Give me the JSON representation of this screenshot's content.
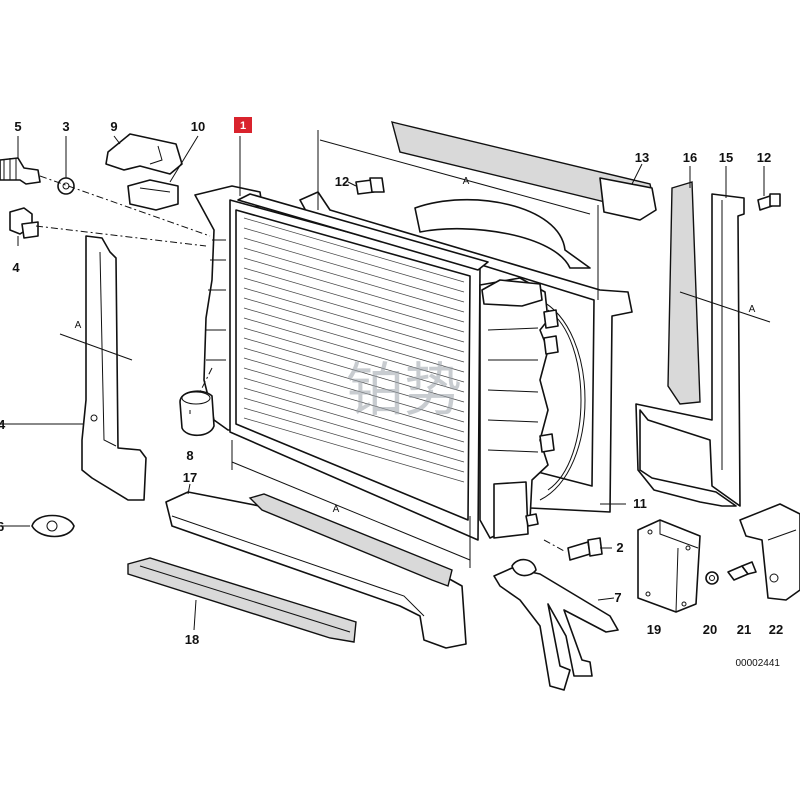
{
  "diagram": {
    "highlight_color": "#d9232d",
    "watermark": "铂势",
    "document_id": "00002441",
    "dimension_label": "A",
    "callouts": {
      "c1": "1",
      "c2": "2",
      "c3": "3",
      "c4": "4",
      "c4b": "4",
      "c5": "5",
      "c6": "6",
      "c7": "7",
      "c8": "8",
      "c9": "9",
      "c10": "10",
      "c11": "11",
      "c12a": "12",
      "c12b": "12",
      "c13": "13",
      "c15": "15",
      "c16": "16",
      "c17": "17",
      "c18": "18",
      "c19": "19",
      "c20": "20",
      "c21": "21",
      "c22": "22"
    }
  }
}
